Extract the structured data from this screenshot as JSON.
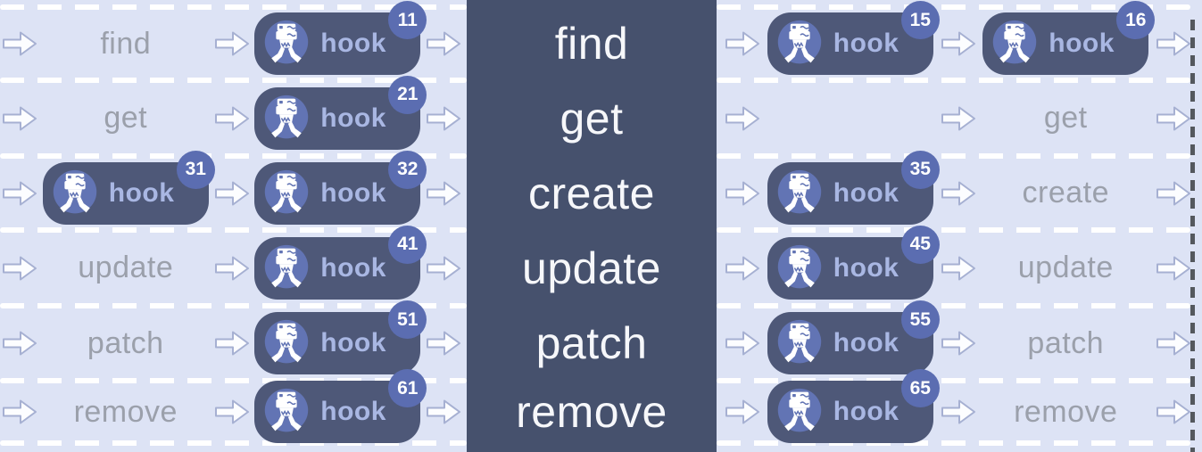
{
  "hook_label": "hook",
  "center": {
    "methods": [
      "find",
      "get",
      "create",
      "update",
      "patch",
      "remove"
    ]
  },
  "left": {
    "rows": [
      {
        "label": "find",
        "hooks": [
          {
            "badge": "11"
          }
        ]
      },
      {
        "label": "get",
        "hooks": [
          {
            "badge": "21"
          }
        ]
      },
      {
        "label": "",
        "hooks": [
          {
            "badge": "31"
          },
          {
            "badge": "32"
          }
        ]
      },
      {
        "label": "update",
        "hooks": [
          {
            "badge": "41"
          }
        ]
      },
      {
        "label": "patch",
        "hooks": [
          {
            "badge": "51"
          }
        ]
      },
      {
        "label": "remove",
        "hooks": [
          {
            "badge": "61"
          }
        ]
      }
    ]
  },
  "right": {
    "rows": [
      {
        "label": "",
        "hooks": [
          {
            "badge": "15"
          },
          {
            "badge": "16"
          }
        ]
      },
      {
        "label": "get",
        "hooks": []
      },
      {
        "label": "create",
        "hooks": [
          {
            "badge": "35"
          }
        ]
      },
      {
        "label": "update",
        "hooks": [
          {
            "badge": "45"
          }
        ]
      },
      {
        "label": "patch",
        "hooks": [
          {
            "badge": "55"
          }
        ]
      },
      {
        "label": "remove",
        "hooks": [
          {
            "badge": "65"
          }
        ]
      }
    ]
  },
  "colors": {
    "background": "#dde3f5",
    "panel": "#46516d",
    "pill": "#4e5878",
    "badge": "#5b6db1",
    "icon_circle": "#6274b4",
    "hook_text": "#a9b7e3",
    "method_text": "#9ba0ab",
    "arrow_stroke": "#a6b0d2",
    "divider_dash": "#ffffff",
    "border_dash": "#54585e"
  }
}
